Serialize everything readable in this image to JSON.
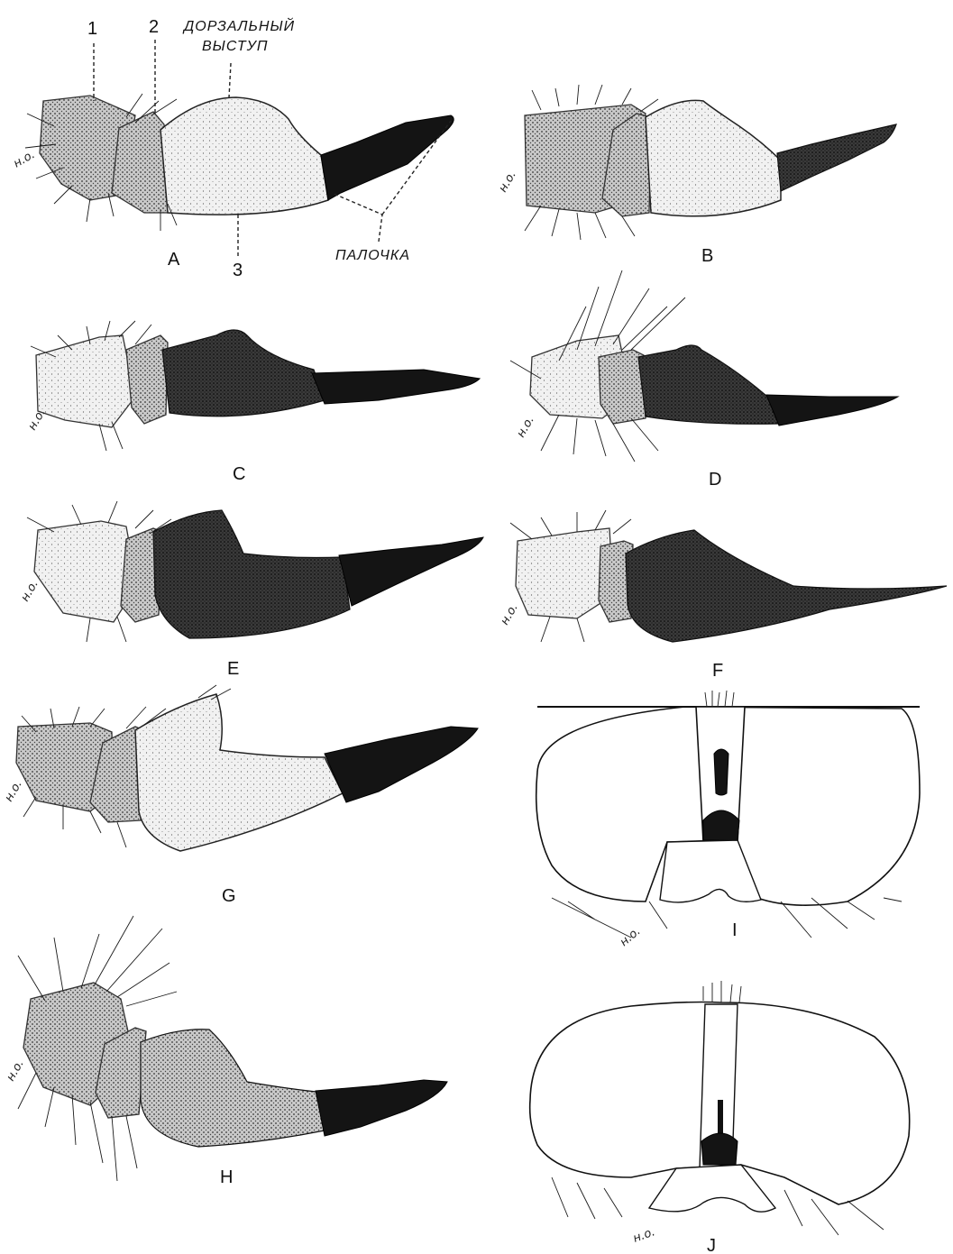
{
  "annotations": {
    "seg1": "1",
    "seg2": "2",
    "seg3": "3",
    "dorsal_line1": "ДОРЗАЛЬНЫЙ",
    "dorsal_line2": "ВЫСТУП",
    "stylus": "ПАЛОЧКА"
  },
  "panels": [
    {
      "id": "A",
      "label": "A",
      "abbr": "н.о."
    },
    {
      "id": "B",
      "label": "B",
      "abbr": "н.о."
    },
    {
      "id": "C",
      "label": "C",
      "abbr": "н.о."
    },
    {
      "id": "D",
      "label": "D",
      "abbr": "н.о."
    },
    {
      "id": "E",
      "label": "E",
      "abbr": "н.о."
    },
    {
      "id": "F",
      "label": "F",
      "abbr": "н.о."
    },
    {
      "id": "G",
      "label": "G",
      "abbr": "н.о."
    },
    {
      "id": "H",
      "label": "H",
      "abbr": "н.о."
    },
    {
      "id": "I",
      "label": "I",
      "abbr": "н.о."
    },
    {
      "id": "J",
      "label": "J",
      "abbr": "н.о."
    }
  ]
}
